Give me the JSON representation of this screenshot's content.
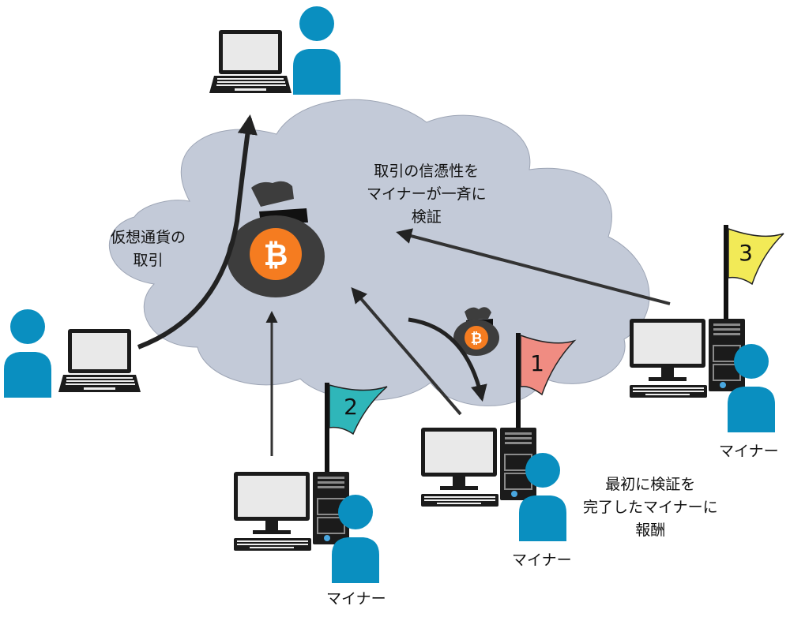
{
  "labels": {
    "crypto_transaction": [
      "仮想通貨の",
      "取引"
    ],
    "verify_authenticity": [
      "取引の信憑性を",
      "マイナーが一斉に",
      "検証"
    ],
    "reward_first_miner": [
      "最初に検証を",
      "完了したマイナーに",
      "報酬"
    ],
    "miner_bottom": "マイナー",
    "miner_center": "マイナー",
    "miner_right": "マイナー"
  },
  "flags": {
    "first": "1",
    "second": "2",
    "third": "3"
  },
  "icons": {
    "currency": "bitcoin-icon",
    "money_bag": "money-bag-icon",
    "user": "user-icon",
    "laptop": "laptop-icon",
    "desktop": "desktop-computer-icon",
    "flag": "flag-icon"
  },
  "colors": {
    "cloud": "#c3cad8",
    "person": "#0a8fc0",
    "bitcoin": "#f57c20",
    "bag": "#3d3d3d",
    "arrow": "#222222",
    "flag1": "#f08c82",
    "flag2": "#2fb6b9",
    "flag3": "#f2ea57"
  }
}
